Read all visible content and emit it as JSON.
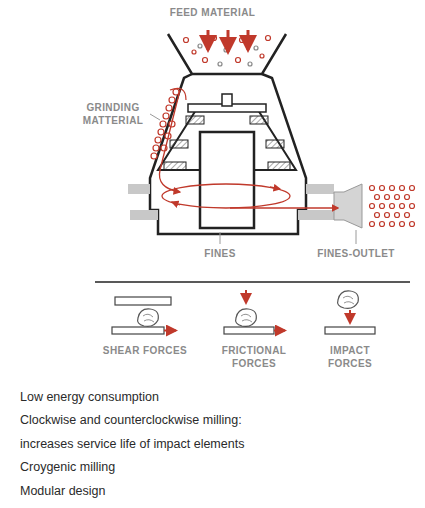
{
  "diagram": {
    "labels": [
      "FEED MATERIAL",
      "GRINDING MATTERIAL",
      "FINES",
      "FINES-OUTLET",
      "SHEAR FORCES",
      "FRICTIONAL FORCES",
      "IMPACT FORCES",
      "Low energy consumption",
      "Clockwise and counterclockwise milling:",
      "increases service life of impact elements",
      "Croygenic milling",
      "Modular design"
    ]
  }
}
